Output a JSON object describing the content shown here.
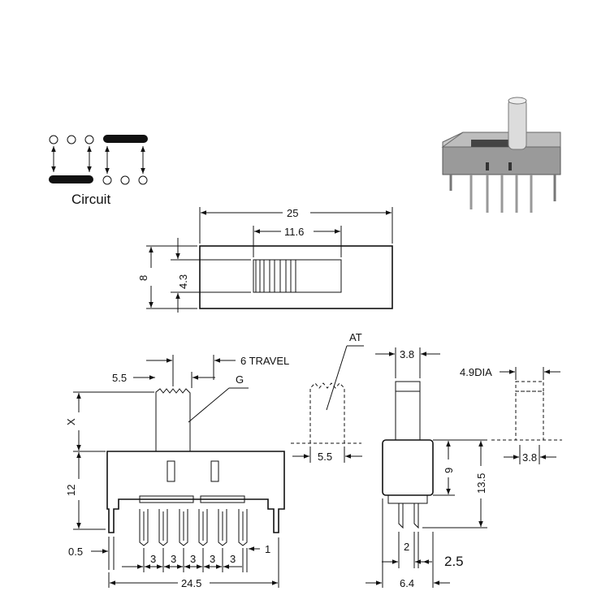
{
  "circuit": {
    "label": "Circuit"
  },
  "top_view": {
    "width": "25",
    "slot_width": "11.6",
    "height": "8",
    "slot_height": "4.3"
  },
  "front_view": {
    "knob_offset": "5.5",
    "travel": "6 TRAVEL",
    "knob_label": "G",
    "knob_height": "X",
    "body_height": "12",
    "pin_width": "0.5",
    "pitch_1": "3",
    "pitch_2": "3",
    "pitch_3": "3",
    "pitch_4": "3",
    "pitch_5": "3",
    "pin_end": "1",
    "total_width": "24.5"
  },
  "at_detail": {
    "label": "AT",
    "width": "5.5"
  },
  "side_view": {
    "knob_width": "3.8",
    "body_height": "9",
    "total_height": "13.5",
    "pin_spacing": "2",
    "pin_offset": "2.5",
    "total_width": "6.4"
  },
  "dia_detail": {
    "label": "4.9DIA",
    "width": "3.8"
  }
}
